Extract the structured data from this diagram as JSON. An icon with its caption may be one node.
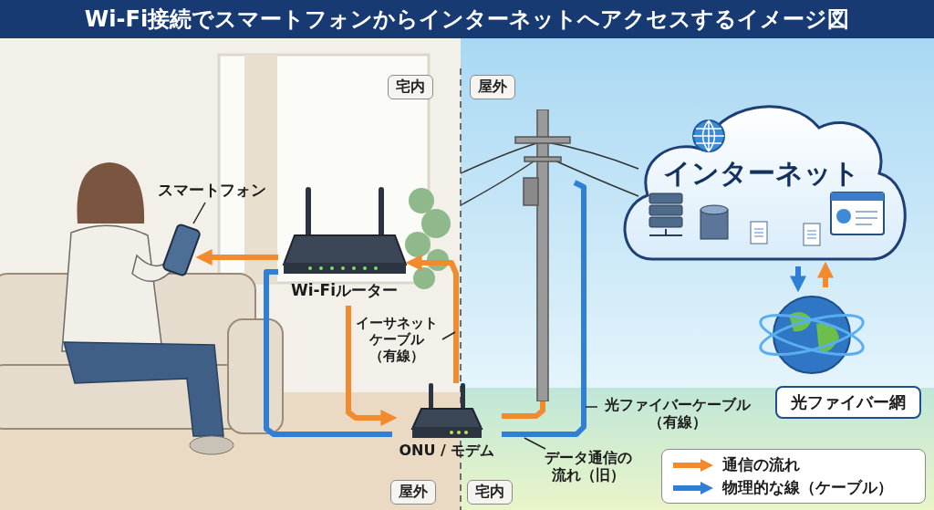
{
  "diagram": {
    "title": "Wi-Fi接続でスマートフォンからインターネットへアクセスするイメージ図",
    "nodes": [
      {
        "text": [
          "スマートフォン"
        ]
      },
      {
        "text": [],
        "shape": "picture"
      },
      {
        "text": [
          "Wi-Fiルーター"
        ]
      },
      {
        "text": [
          "ONU / モデム"
        ]
      },
      {
        "text": [],
        "shape": "picture"
      },
      {
        "text": [
          "インターネット"
        ]
      },
      {
        "text": [
          "光ファイバー網"
        ]
      },
      {
        "text": [
          "イーサネットケーブル（有線）"
        ]
      },
      {
        "text": [
          "光ファイバーケーブル（有線）"
        ]
      },
      {
        "text": [
          "データ通信の流れ（旧）"
        ]
      }
    ],
    "edges": [
      {
        "from": 2,
        "to": 1,
        "arrow": "to",
        "color": "#f28a2e"
      },
      {
        "from": 3,
        "to": 2,
        "arrow": "to",
        "color": "#f28a2e"
      },
      {
        "from": 2,
        "to": 3,
        "arrow": "to",
        "color": "#f28a2e"
      },
      {
        "from": 2,
        "to": 3,
        "arrow": "none",
        "color": "#2f7fd6"
      },
      {
        "from": 3,
        "to": 4,
        "arrow": "none",
        "color": "#f28a2e"
      },
      {
        "from": 3,
        "to": 4,
        "arrow": "none",
        "color": "#2f7fd6"
      },
      {
        "from": 5,
        "to": 6,
        "arrow": "to",
        "color": "#2f7fd6"
      },
      {
        "from": 6,
        "to": 5,
        "arrow": "to",
        "color": "#f28a2e"
      },
      {
        "from": 0,
        "to": 1,
        "arrow": "none",
        "color": "#222222"
      },
      {
        "from": 7,
        "to": null,
        "arrow": "none",
        "color": "#222222"
      },
      {
        "from": 8,
        "to": null,
        "arrow": "none",
        "color": "#222222"
      },
      {
        "from": 9,
        "to": null,
        "arrow": "none",
        "color": "#222222"
      }
    ],
    "labels": [
      "宅内",
      "屋外",
      "屋外",
      "宅内"
    ],
    "legend": [
      {
        "text": "通信の流れ"
      },
      {
        "text": "物理的な線（ケーブル）"
      }
    ]
  }
}
